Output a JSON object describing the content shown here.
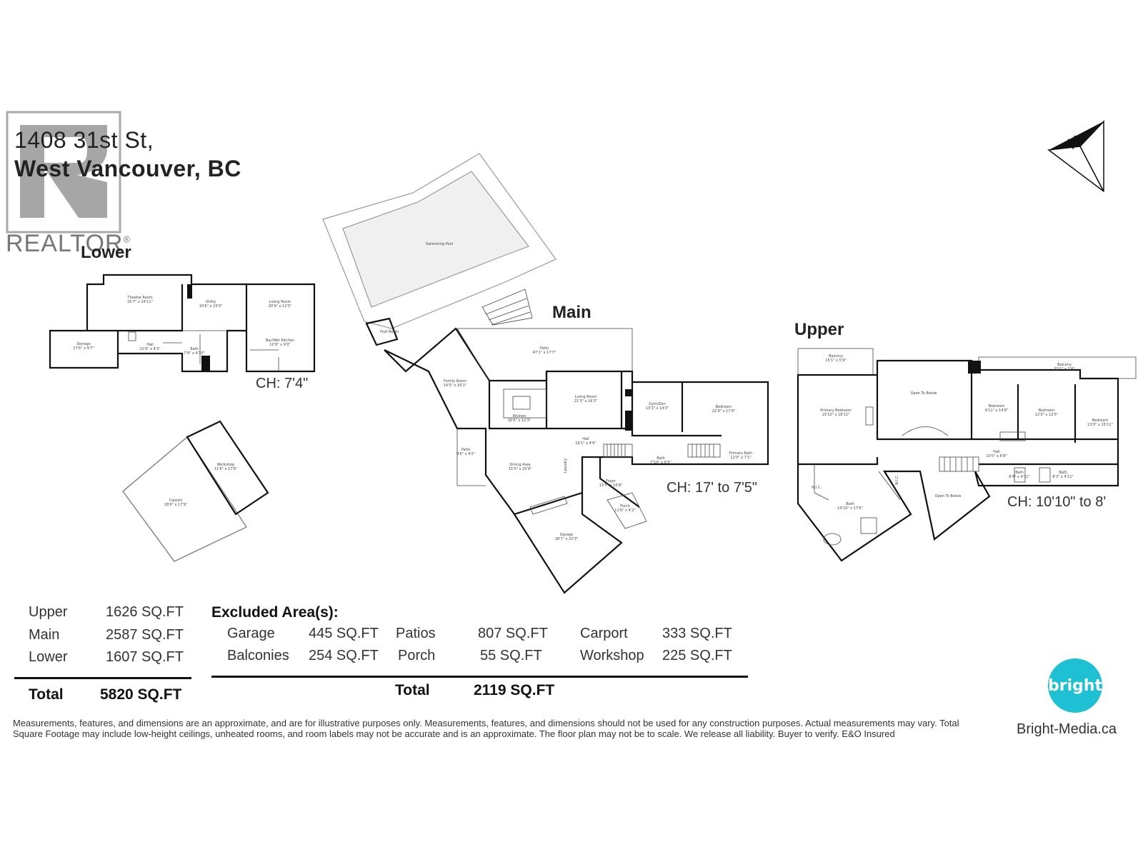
{
  "address": {
    "line1": "1408 31st St,",
    "line2": "West Vancouver, BC"
  },
  "watermark": {
    "text": "REALTOR",
    "registered": "®"
  },
  "floors": {
    "lower": {
      "label": "Lower",
      "ceiling": "CH: 7'4\""
    },
    "main": {
      "label": "Main",
      "ceiling": "CH: 17' to 7'5\""
    },
    "upper": {
      "label": "Upper",
      "ceiling": "CH: 10'10\" to 8'"
    }
  },
  "rooms": {
    "lower": [
      {
        "name": "Theatre Room",
        "dims": "25'7\" x 14'11\""
      },
      {
        "name": "Utility",
        "dims": "10'6\" x 23'0\""
      },
      {
        "name": "Living Room",
        "dims": "20'9\" x 12'5\""
      },
      {
        "name": "Bar/Wet Kitchen",
        "dims": "10'9\" x 9'0\""
      },
      {
        "name": "Storage",
        "dims": "17'6\" x 9'7\""
      },
      {
        "name": "Hall",
        "dims": "22'9\" x 4'3\""
      },
      {
        "name": "Bath",
        "dims": "7'9\" x 4'10\""
      },
      {
        "name": "Workshop",
        "dims": "11'6\" x 17'6\""
      },
      {
        "name": "Carport",
        "dims": "18'6\" x 17'9\""
      }
    ],
    "main": [
      {
        "name": "Swimming Pool",
        "dims": ""
      },
      {
        "name": "Pool Room",
        "dims": ""
      },
      {
        "name": "Patio",
        "dims": "47'1\" x 17'7\""
      },
      {
        "name": "Family Room",
        "dims": "14'0\" x 16'1\""
      },
      {
        "name": "Kitchen",
        "dims": "16'6\" x 12'3\""
      },
      {
        "name": "Living Room",
        "dims": "21'3\" x 16'3\""
      },
      {
        "name": "Gym/Den",
        "dims": "13'3\" x 14'3\""
      },
      {
        "name": "Bedroom",
        "dims": "22'9\" x 17'9\""
      },
      {
        "name": "Hall",
        "dims": "16'1\" x 4'6\""
      },
      {
        "name": "Patio",
        "dims": "9'6\" x 4'2\""
      },
      {
        "name": "Dining Area",
        "dims": "15'5\" x 20'9\""
      },
      {
        "name": "Bath",
        "dims": "7'10\" x 6'5\""
      },
      {
        "name": "Primary Bath",
        "dims": "12'0\" x 7'1\""
      },
      {
        "name": "Foyer",
        "dims": "13'5\" x 16'8\""
      },
      {
        "name": "Porch",
        "dims": "11'6\" x 4'2\""
      },
      {
        "name": "Garage",
        "dims": "18'7\" x 22'3\""
      },
      {
        "name": "Laundry",
        "dims": ""
      }
    ],
    "upper": [
      {
        "name": "Balcony",
        "dims": "15'1\" x 5'9\""
      },
      {
        "name": "Primary Bedroom",
        "dims": "15'10\" x 18'11\""
      },
      {
        "name": "Open To Below",
        "dims": ""
      },
      {
        "name": "Bedroom",
        "dims": "9'11\" x 14'8\""
      },
      {
        "name": "Balcony",
        "dims": "33'1\" x 1'6\""
      },
      {
        "name": "Bedroom",
        "dims": "12'0\" x 12'5\""
      },
      {
        "name": "Bedroom",
        "dims": "13'0\" x 15'11\""
      },
      {
        "name": "Hall",
        "dims": "10'5\" x 6'8\""
      },
      {
        "name": "Bath",
        "dims": "8'4\" x 4'11\""
      },
      {
        "name": "Bath",
        "dims": "8'3\" x 4'11\""
      },
      {
        "name": "W.I.C.",
        "dims": ""
      },
      {
        "name": "Bath",
        "dims": "14'10\" x 17'6\""
      },
      {
        "name": "W.I.C.",
        "dims": ""
      },
      {
        "name": "Open To Below",
        "dims": ""
      }
    ]
  },
  "areas": {
    "upper": {
      "label": "Upper",
      "value": "1626 SQ.FT"
    },
    "main": {
      "label": "Main",
      "value": "2587 SQ.FT"
    },
    "lower": {
      "label": "Lower",
      "value": "1607 SQ.FT"
    },
    "total": {
      "label": "Total",
      "value": "5820 SQ.FT"
    }
  },
  "excluded": {
    "heading": "Excluded Area(s):",
    "items": [
      {
        "label": "Garage",
        "value": "445 SQ.FT"
      },
      {
        "label": "Patios",
        "value": "807 SQ.FT"
      },
      {
        "label": "Carport",
        "value": "333 SQ.FT"
      },
      {
        "label": "Balconies",
        "value": "254 SQ.FT"
      },
      {
        "label": "Porch",
        "value": "55 SQ.FT"
      },
      {
        "label": "Workshop",
        "value": "225 SQ.FT"
      }
    ],
    "total": {
      "label": "Total",
      "value": "2119 SQ.FT"
    }
  },
  "disclaimer": "Measurements, features, and dimensions are an approximate, and are for illustrative purposes only. Measurements, features, and dimensions should not be used for any construction purposes. Actual measurements may vary. Total Square Footage may include low-height ceilings, unheated rooms, and room labels may not be accurate and is an approximate. The floor plan may not be to scale. We release all liability. Buyer to verify. E&O Insured",
  "brand": {
    "logo_text": "bright",
    "url": "Bright-Media.ca",
    "color": "#1ec1d3"
  },
  "compass": {
    "letter": "N"
  }
}
